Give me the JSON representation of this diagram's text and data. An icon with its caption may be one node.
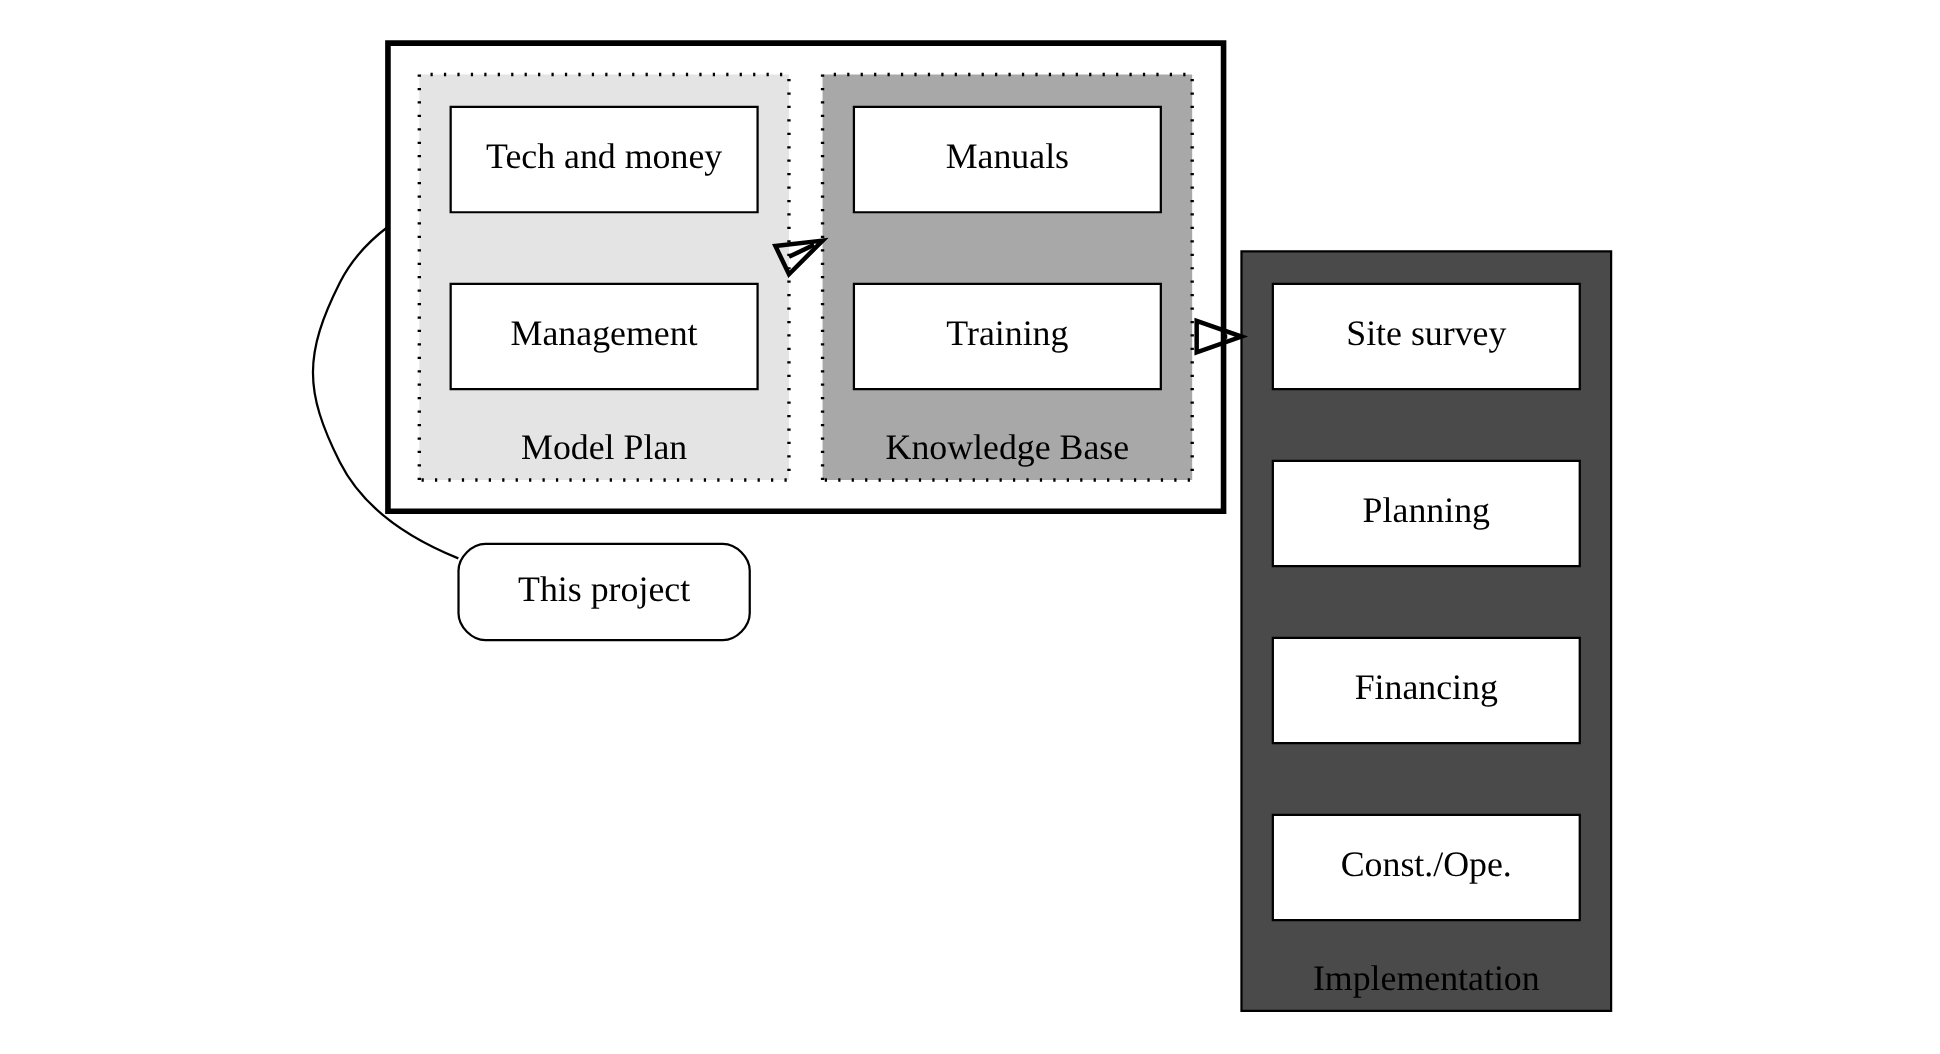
{
  "diagram": {
    "nodes": [
      {
        "text": [
          "This project"
        ]
      },
      {
        "text": [],
        "shape": "box"
      },
      {
        "text": [
          "Model Plan"
        ],
        "in": 1
      },
      {
        "text": [
          "Tech and money"
        ],
        "in": 2
      },
      {
        "text": [
          "Management"
        ],
        "in": 2
      },
      {
        "text": [
          "Knowledge Base"
        ],
        "in": 1
      },
      {
        "text": [
          "Manuals"
        ],
        "in": 5
      },
      {
        "text": [
          "Training"
        ],
        "in": 5
      },
      {
        "text": [
          "Implementation"
        ]
      },
      {
        "text": [
          "Site survey"
        ],
        "in": 8
      },
      {
        "text": [
          "Planning"
        ],
        "in": 8
      },
      {
        "text": [
          "Financing"
        ],
        "in": 8
      },
      {
        "text": [
          "Const./Ope."
        ],
        "in": 8
      }
    ],
    "edges": [
      {
        "from": 0,
        "to": 1,
        "arrow": "none"
      },
      {
        "from": 2,
        "to": 5,
        "arrow": "to"
      },
      {
        "from": 1,
        "to": 8,
        "arrow": "to"
      }
    ]
  }
}
